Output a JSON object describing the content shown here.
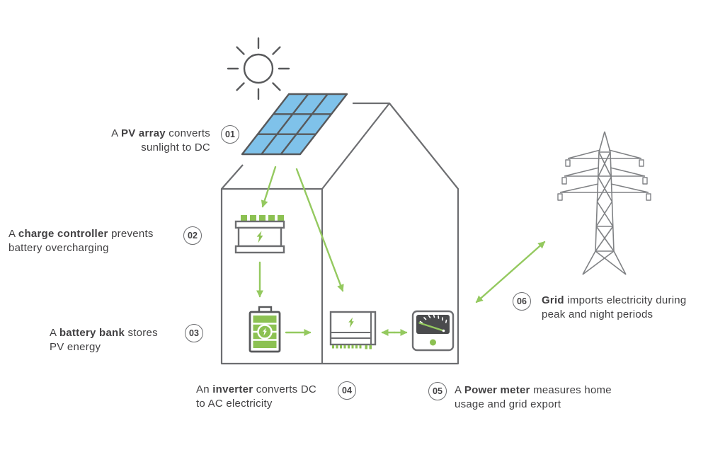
{
  "steps": [
    {
      "num": "01",
      "pre": "A ",
      "bold": "PV array",
      "post": " converts sunlight to DC"
    },
    {
      "num": "02",
      "pre": "A ",
      "bold": "charge controller",
      "post": " prevents battery overcharging"
    },
    {
      "num": "03",
      "pre": "A ",
      "bold": "battery bank",
      "post": " stores PV energy"
    },
    {
      "num": "04",
      "pre": "An ",
      "bold": "inverter",
      "post": " converts DC to AC electricity"
    },
    {
      "num": "05",
      "pre": "A ",
      "bold": "Power meter",
      "post": " measures home usage and grid export"
    },
    {
      "num": "06",
      "pre": "",
      "bold": "Grid",
      "post": " imports electricity during peak and night periods"
    }
  ],
  "icons": {
    "sun": "sun-icon",
    "pv_array": "solar-panel-icon",
    "house": "house-outline",
    "charge_controller": "charge-controller-icon",
    "battery_bank": "battery-bank-icon",
    "inverter": "inverter-icon",
    "power_meter": "power-meter-icon",
    "grid": "transmission-tower-icon",
    "bolt": "lightning-bolt-icon",
    "flow": "flow-arrow-icon"
  },
  "colors": {
    "bg": "#ffffff",
    "text": "#414042",
    "line_gray": "#6d6e71",
    "icon_gray": "#58595b",
    "tower_gray": "#808285",
    "panel_blue": "#7fc2ea",
    "green": "#8cc152",
    "arrow_green": "#94c95f",
    "meter_face": "#4a4b4d"
  }
}
